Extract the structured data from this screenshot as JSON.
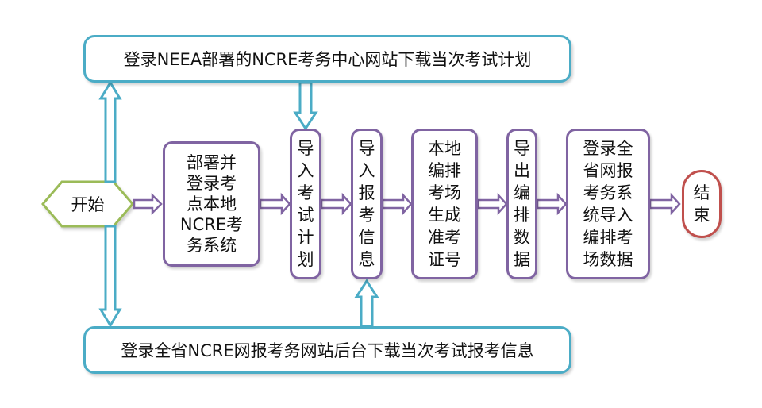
{
  "diagram": {
    "banner_top": "登录NEEA部署的NCRE考务中心网站下载当次考试计划",
    "banner_bottom": "登录全省NCRE网报考务网站后台下载当次考试报考信息",
    "start": "开始",
    "end": [
      "结",
      "束"
    ],
    "steps": [
      {
        "lines": [
          "部署并",
          "登录考",
          "点本地",
          "NCRE考",
          "务系统"
        ]
      },
      {
        "chars": [
          "导",
          "入",
          "考",
          "试",
          "计",
          "划"
        ]
      },
      {
        "chars": [
          "导",
          "入",
          "报",
          "考",
          "信",
          "息"
        ]
      },
      {
        "lines": [
          "本地",
          "编排",
          "考场",
          "生成",
          "准考",
          "证号"
        ]
      },
      {
        "chars": [
          "导",
          "出",
          "编",
          "排",
          "数",
          "据"
        ]
      },
      {
        "lines": [
          "登录全",
          "省网报",
          "考务系",
          "统导入",
          "编排考",
          "场数据"
        ]
      }
    ],
    "colors": {
      "banner_border": "#4bacc6",
      "step_border": "#8064a2",
      "start_border": "#9bbb59",
      "end_border": "#c0504d",
      "arrow_fill": "#ffffff"
    }
  }
}
